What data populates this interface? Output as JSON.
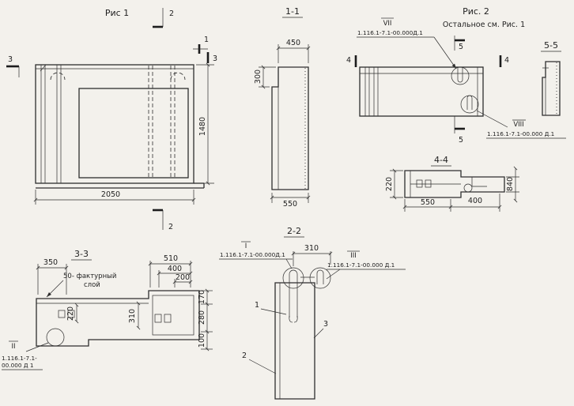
{
  "fig1": {
    "title": "Рис 1",
    "dim_width": "2050",
    "dim_height": "1480",
    "cut_top": "2",
    "cut_bottom": "2",
    "cut_left": "3",
    "cut_right_1": "1",
    "cut_right_3": "3"
  },
  "sec_1_1": {
    "title": "1-1",
    "dim_top": "450",
    "dim_left": "300",
    "dim_bottom": "550"
  },
  "fig2": {
    "title": "Рис. 2",
    "note": "Остальное  см. Рис. 1",
    "callout_vii_label": "VII",
    "callout_vii_ref": "1.116.1-7.1-00.000Д.1",
    "callout_viii_label": "VIII",
    "callout_viii_ref": "1.116.1-7.1-00.000 Д.1",
    "cut_5_top": "5",
    "cut_5_bottom": "5",
    "cut_4_left": "4",
    "cut_4_right": "4"
  },
  "sec_5_5": {
    "title": "5-5"
  },
  "sec_4_4": {
    "title": "4-4",
    "dim_left": "220",
    "dim_right": "840",
    "dim_bottom_left": "550",
    "dim_bottom_right": "400"
  },
  "sec_3_3": {
    "title": "3-3",
    "dim_350": "350",
    "note_line1": "50- фактурный",
    "note_line2": "слой",
    "dim_510": "510",
    "dim_400": "400",
    "dim_200": "200",
    "dim_220": "220",
    "dim_310": "310",
    "dim_right_top": "170",
    "dim_right_mid": "280",
    "dim_right_bottom": "100",
    "callout_ii_label": "II",
    "callout_ii_ref_line1": "1.116.1-7.1-",
    "callout_ii_ref_line2": "00.000 Д 1"
  },
  "sec_2_2": {
    "title": "2-2",
    "callout_i_label": "I",
    "callout_i_ref": "1.116.1-7.1-00.000Д.1",
    "callout_iii_label": "III",
    "callout_iii_ref": "1.116.1-7.1-00.000 Д.1",
    "dim_310": "310",
    "part_1": "1",
    "part_2": "2",
    "part_3": "3"
  }
}
